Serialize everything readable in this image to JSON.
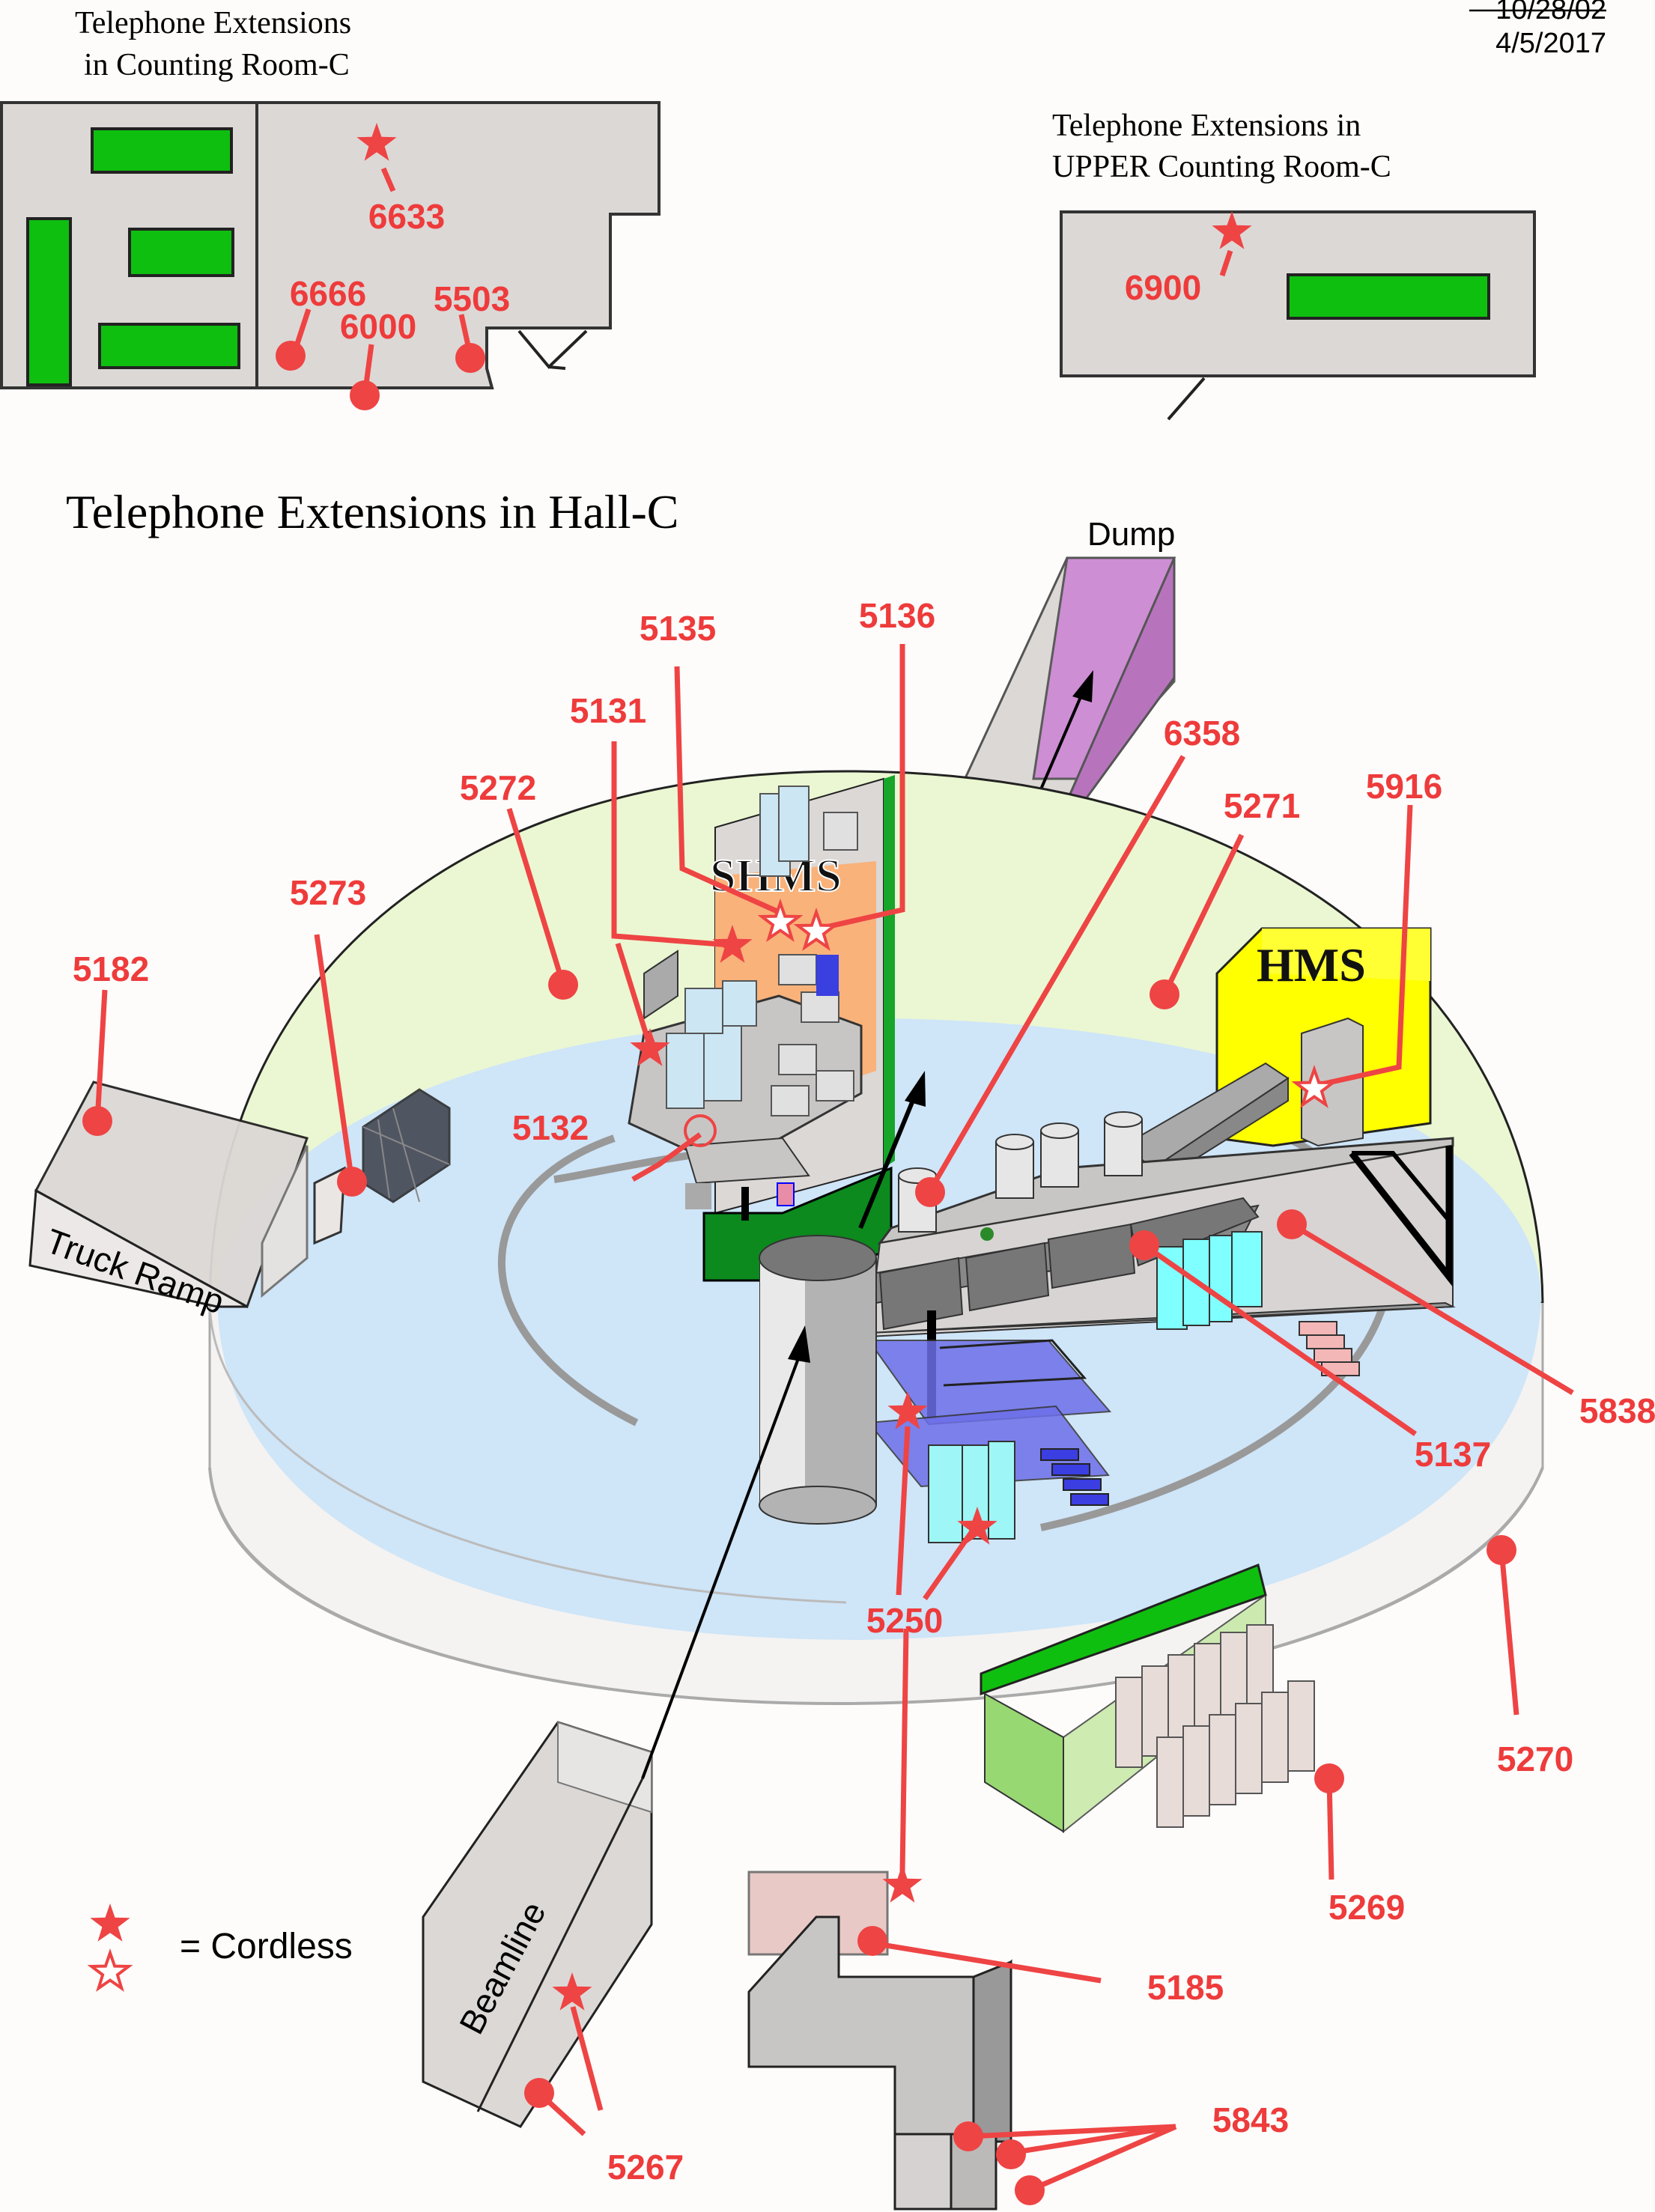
{
  "dates": {
    "old": "10/28/02",
    "new": "4/5/2017"
  },
  "counting_room": {
    "title_line1": "Telephone Extensions",
    "title_line2": "in Counting Room-C",
    "extensions": [
      "6633",
      "6666",
      "6000",
      "5503"
    ]
  },
  "upper_room": {
    "title_line1": "Telephone Extensions in",
    "title_line2": "UPPER Counting Room-C",
    "extensions": [
      "6900"
    ]
  },
  "hall": {
    "title": "Telephone Extensions in Hall-C",
    "labels": {
      "dump": "Dump",
      "shms": "SHMS",
      "hms": "HMS",
      "truck_ramp": "Truck Ramp",
      "beamline": "Beamline"
    },
    "extensions": [
      "5135",
      "5136",
      "5131",
      "6358",
      "5272",
      "5271",
      "5916",
      "5273",
      "5182",
      "5132",
      "5137",
      "5838",
      "5250",
      "5270",
      "5269",
      "5185",
      "5267",
      "5843"
    ]
  },
  "legend": {
    "label": "= Cordless"
  },
  "colors": {
    "ext_red": "#ee4444",
    "room_gray": "#dcd8d6",
    "table_green": "#0fbf0f",
    "floor_blue": "#cfe5f8",
    "wall_yellowgreen": "#eaf7d2",
    "dump_purple": "#cd8bd3",
    "hms_yellow": "#ffff00",
    "shms_green": "#0c8a1e",
    "shms_orange": "#f9b27a"
  }
}
